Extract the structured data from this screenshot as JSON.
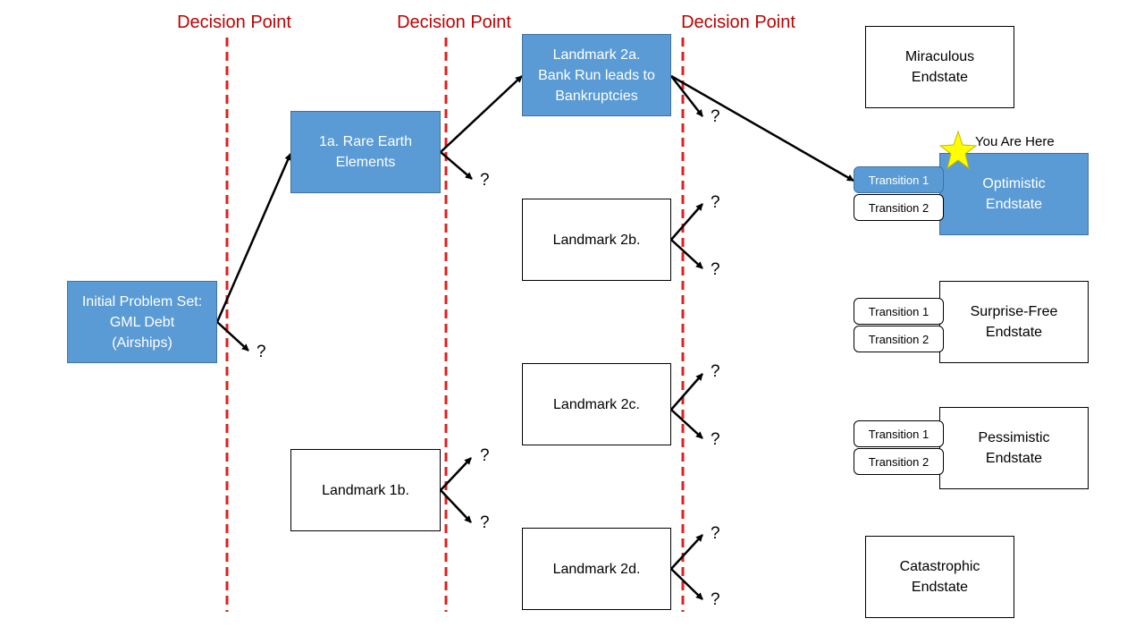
{
  "decision_points": [
    {
      "label": "Decision Point"
    },
    {
      "label": "Decision Point"
    },
    {
      "label": "Decision Point"
    }
  ],
  "nodes": {
    "initial": "Initial Problem Set:\nGML Debt\n(Airships)",
    "l1a": "1a. Rare Earth\nElements",
    "l1b": "Landmark 1b.",
    "l2a": "Landmark 2a.\nBank Run leads to\nBankruptcies",
    "l2b": "Landmark 2b.",
    "l2c": "Landmark 2c.",
    "l2d": "Landmark 2d."
  },
  "endstates": {
    "miraculous": "Miraculous\nEndstate",
    "optimistic": "Optimistic\nEndstate",
    "surprise_free": "Surprise-Free\nEndstate",
    "pessimistic": "Pessimistic\nEndstate",
    "catastrophic": "Catastrophic\nEndstate"
  },
  "transitions": {
    "optimistic": [
      "Transition 1",
      "Transition 2"
    ],
    "surprise_free": [
      "Transition 1",
      "Transition 2"
    ],
    "pessimistic": [
      "Transition 1",
      "Transition 2"
    ]
  },
  "unknown_marker": "?",
  "current_position_label": "You Are Here",
  "colors": {
    "filled": "#5b9bd5",
    "decision_line": "#e02020",
    "decision_label": "#c00000",
    "star": "#ffff00"
  }
}
